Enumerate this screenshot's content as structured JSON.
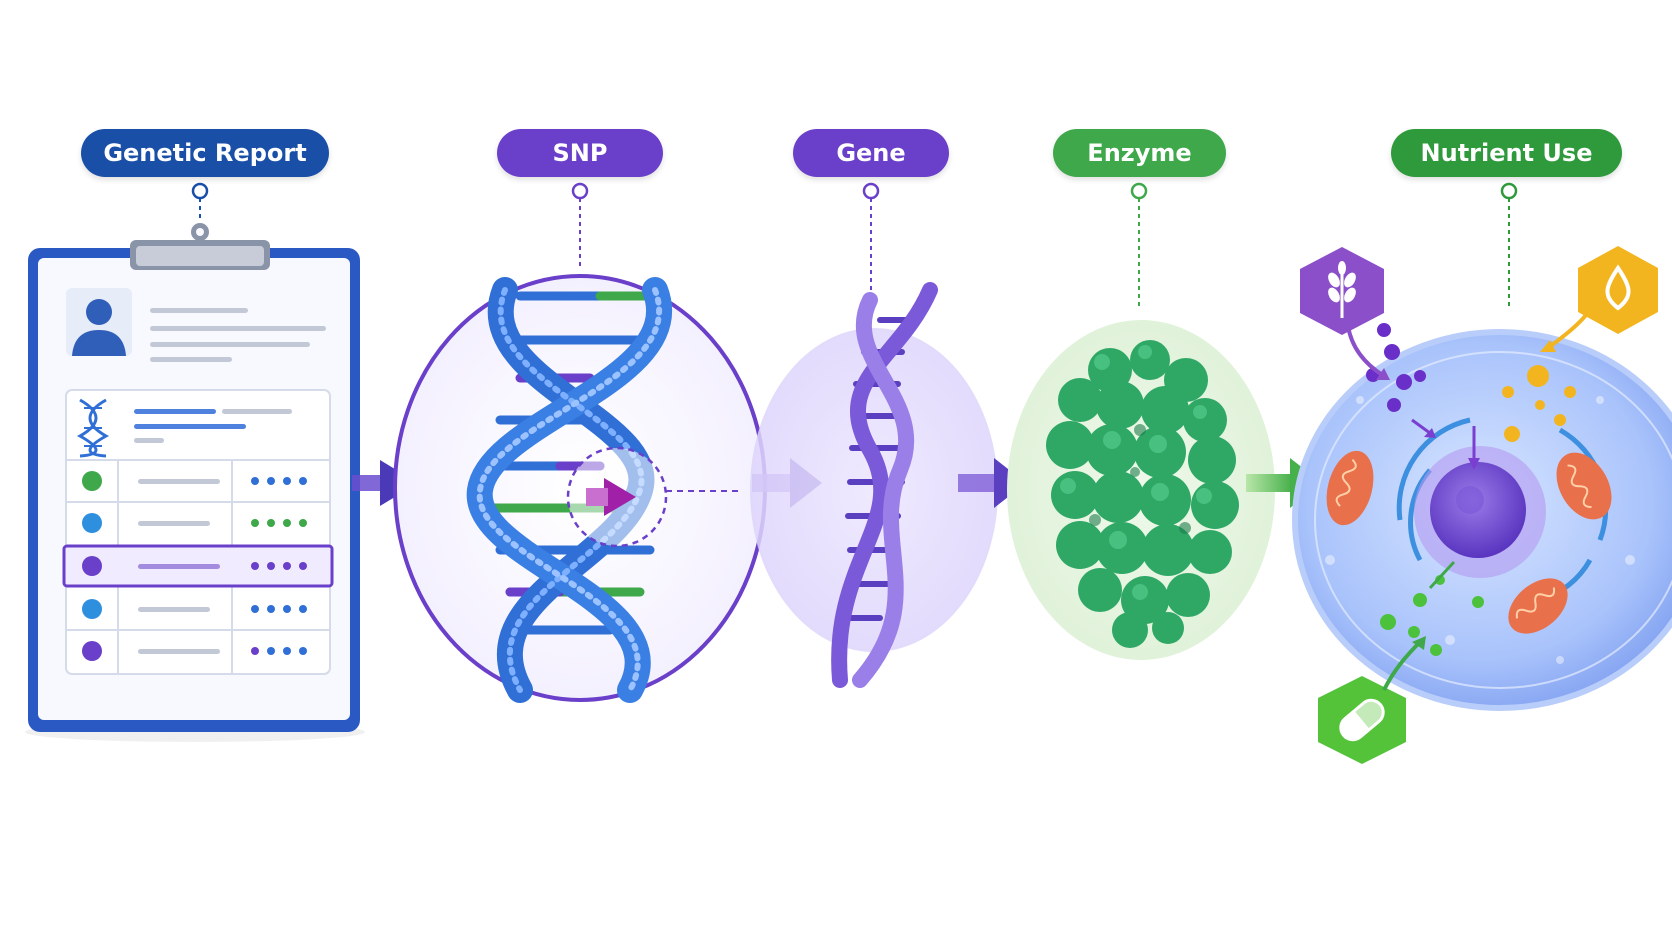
{
  "steps": [
    {
      "label": "Genetic Report",
      "color": "#1a4fa8"
    },
    {
      "label": "SNP",
      "color": "#6a3fc9"
    },
    {
      "label": "Gene",
      "color": "#6a3fc9"
    },
    {
      "label": "Enzyme",
      "color": "#3ea84a"
    },
    {
      "label": "Nutrient Use",
      "color": "#2f9a3c"
    }
  ],
  "icons": {
    "report": "clipboard-icon",
    "profile": "user-avatar-icon",
    "dna": "dna-icon",
    "grain": "wheat-icon",
    "droplet": "water-drop-icon",
    "pill": "pill-icon"
  },
  "colors": {
    "blue": "#2f6fd6",
    "purple": "#6a3fc9",
    "green": "#3ea84a",
    "teal": "#2f9a6a",
    "orange": "#e3703f",
    "yellow": "#f3b51f"
  }
}
